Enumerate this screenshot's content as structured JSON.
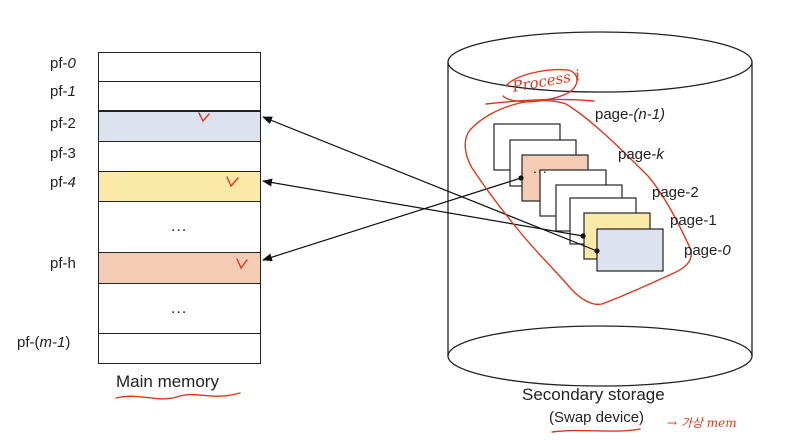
{
  "main_memory": {
    "caption": "Main memory",
    "frame_labels": [
      {
        "pre": "pf-",
        "idx": "0",
        "suf": ""
      },
      {
        "pre": "pf-",
        "idx": "1",
        "suf": ""
      },
      {
        "pre": "pf-",
        "idx": "2",
        "suf": ""
      },
      {
        "pre": "pf-",
        "idx": "3",
        "suf": ""
      },
      {
        "pre": "pf-",
        "idx": "4",
        "suf": ""
      },
      {
        "pre": "pf-h",
        "idx": "",
        "suf": ""
      },
      {
        "pre": "pf-(",
        "idx": "m-1",
        "suf": ")"
      }
    ],
    "ellipsis_upper": "...",
    "ellipsis_lower": "...",
    "colors": {
      "pf2": "#dde3ee",
      "pf4": "#fbe9a8",
      "pfh": "#f4cbb3"
    }
  },
  "secondary_storage": {
    "caption": "Secondary storage",
    "sub_caption": "(Swap device)",
    "page_labels": [
      {
        "pre": "page-",
        "idx": "(n-1)",
        "suf": ""
      },
      {
        "pre": "page-",
        "idx": "k",
        "suf": ""
      },
      {
        "pre": "page-",
        "idx": "2",
        "suf": ""
      },
      {
        "pre": "page-",
        "idx": "1",
        "suf": ""
      },
      {
        "pre": "page-",
        "idx": "0",
        "suf": ""
      }
    ],
    "page_k_dots": "..."
  },
  "annotations": {
    "process_label": "Process i",
    "swap_note": "→ 가상 mem"
  }
}
